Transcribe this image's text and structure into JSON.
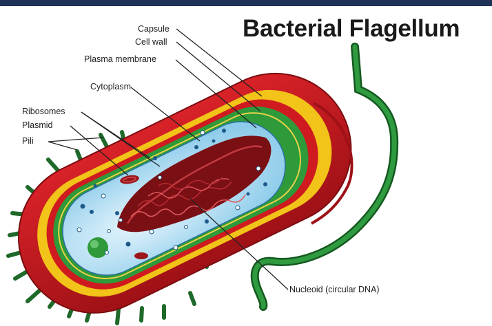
{
  "title": "Bacterial Flagellum",
  "labels": {
    "capsule": "Capsule",
    "cell_wall": "Cell wall",
    "plasma_membrane": "Plasma membrane",
    "cytoplasm": "Cytoplasm",
    "ribosomes": "Ribosomes",
    "plasmid": "Plasmid",
    "pili": "Pili",
    "nucleoid": "Nucleoid (circular DNA)"
  },
  "colors": {
    "header_bar": "#1f3356",
    "capsule": "#c8171d",
    "capsule_dark": "#8f0f12",
    "cell_wall": "#f2c318",
    "plasma_membrane": "#2e9a3a",
    "cytoplasm": "#bfe3f5",
    "nucleoid": "#7a0f14",
    "flagellum": "#1e7a2e"
  }
}
